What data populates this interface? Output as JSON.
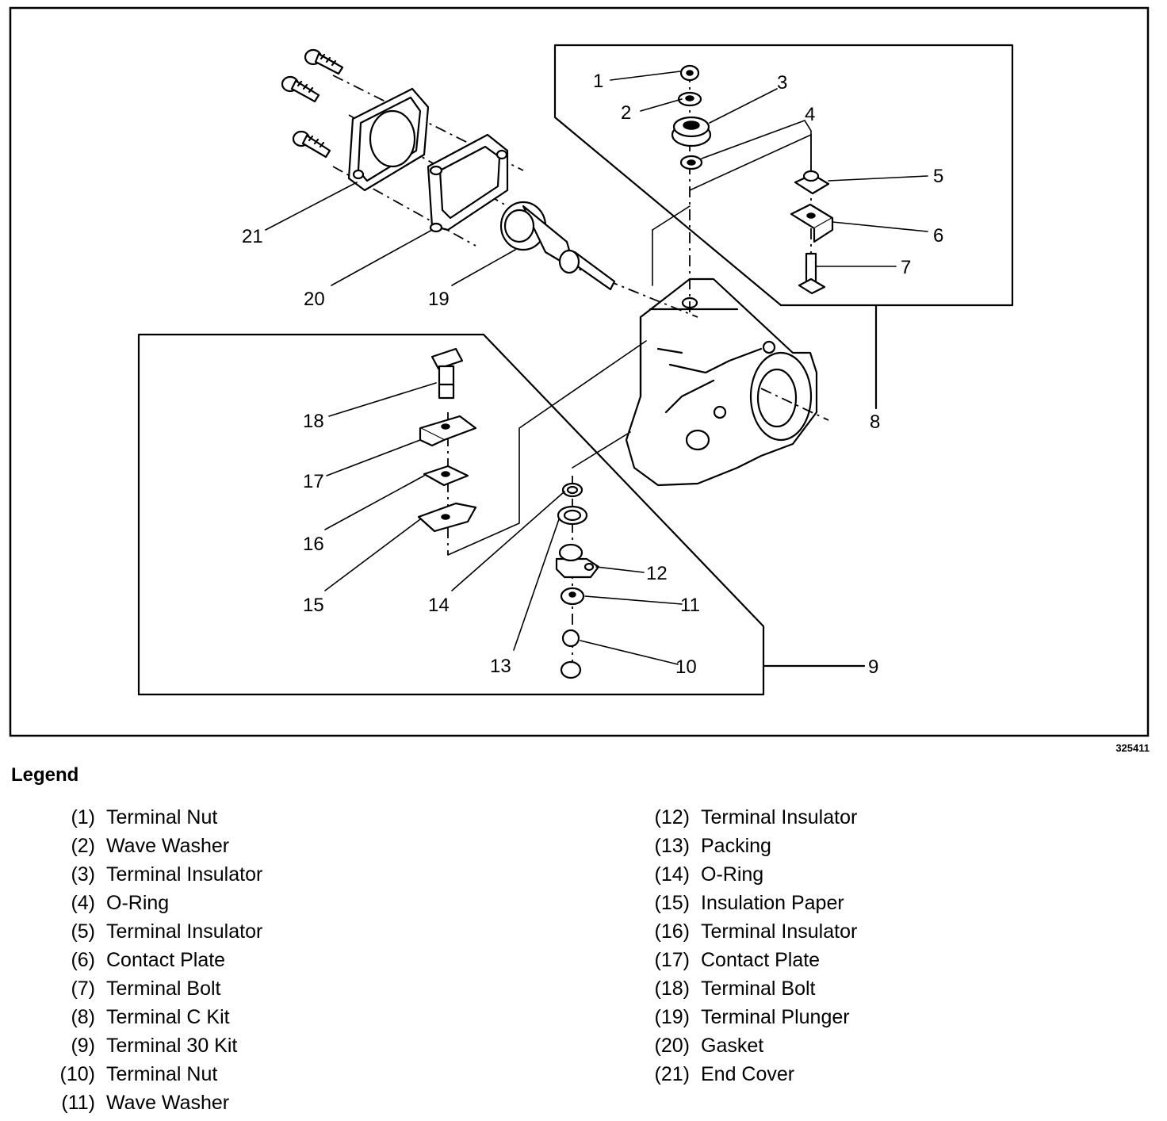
{
  "figure_id": "325411",
  "callouts": [
    "1",
    "2",
    "3",
    "4",
    "5",
    "6",
    "7",
    "8",
    "9",
    "10",
    "11",
    "12",
    "13",
    "14",
    "15",
    "16",
    "17",
    "18",
    "19",
    "20",
    "21"
  ],
  "legend": {
    "title": "Legend",
    "items": [
      {
        "num": "(1)",
        "name": "Terminal Nut"
      },
      {
        "num": "(2)",
        "name": "Wave Washer"
      },
      {
        "num": "(3)",
        "name": "Terminal Insulator"
      },
      {
        "num": "(4)",
        "name": "O-Ring"
      },
      {
        "num": "(5)",
        "name": "Terminal Insulator"
      },
      {
        "num": "(6)",
        "name": "Contact Plate"
      },
      {
        "num": "(7)",
        "name": "Terminal Bolt"
      },
      {
        "num": "(8)",
        "name": "Terminal C Kit"
      },
      {
        "num": "(9)",
        "name": "Terminal 30 Kit"
      },
      {
        "num": "(10)",
        "name": "Terminal Nut"
      },
      {
        "num": "(11)",
        "name": "Wave Washer"
      },
      {
        "num": "(12)",
        "name": "Terminal Insulator"
      },
      {
        "num": "(13)",
        "name": "Packing"
      },
      {
        "num": "(14)",
        "name": "O-Ring"
      },
      {
        "num": "(15)",
        "name": "Insulation Paper"
      },
      {
        "num": "(16)",
        "name": "Terminal Insulator"
      },
      {
        "num": "(17)",
        "name": "Contact Plate"
      },
      {
        "num": "(18)",
        "name": "Terminal Bolt"
      },
      {
        "num": "(19)",
        "name": "Terminal Plunger"
      },
      {
        "num": "(20)",
        "name": "Gasket"
      },
      {
        "num": "(21)",
        "name": "End Cover"
      }
    ]
  }
}
